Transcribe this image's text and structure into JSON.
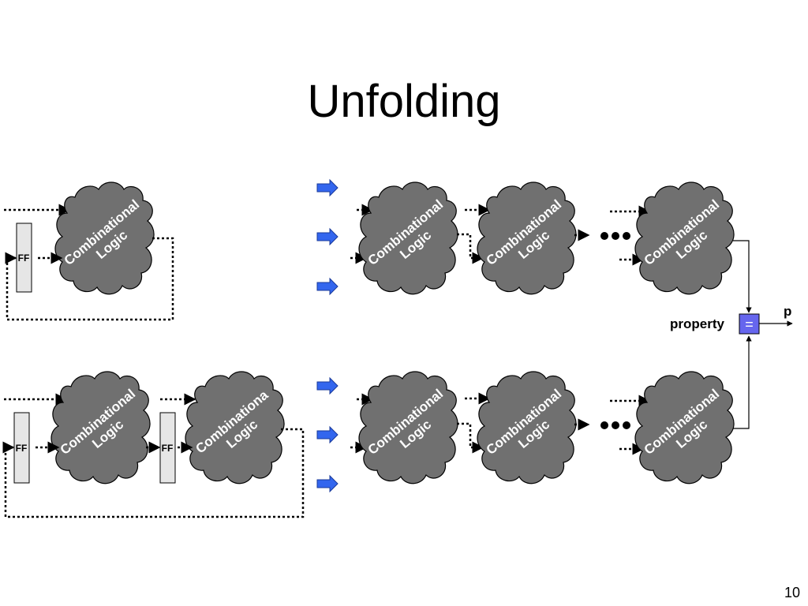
{
  "slide": {
    "title": "Unfolding",
    "page_number": "10"
  },
  "diagram": {
    "cloud_line1": "Combinational",
    "cloud_line1_trunc": "Combinationa",
    "cloud_line1_trunc_l": "Combinational",
    "cloud_line2": "Logic",
    "ff_label": "FF",
    "property_label": "property",
    "output_label": "p",
    "equals_symbol": "=",
    "colors": {
      "cloud_fill": "#707070",
      "ff_fill": "#e6e6e6",
      "arrow_blue": "#3366ee",
      "equals_fill": "#6666ee"
    }
  }
}
